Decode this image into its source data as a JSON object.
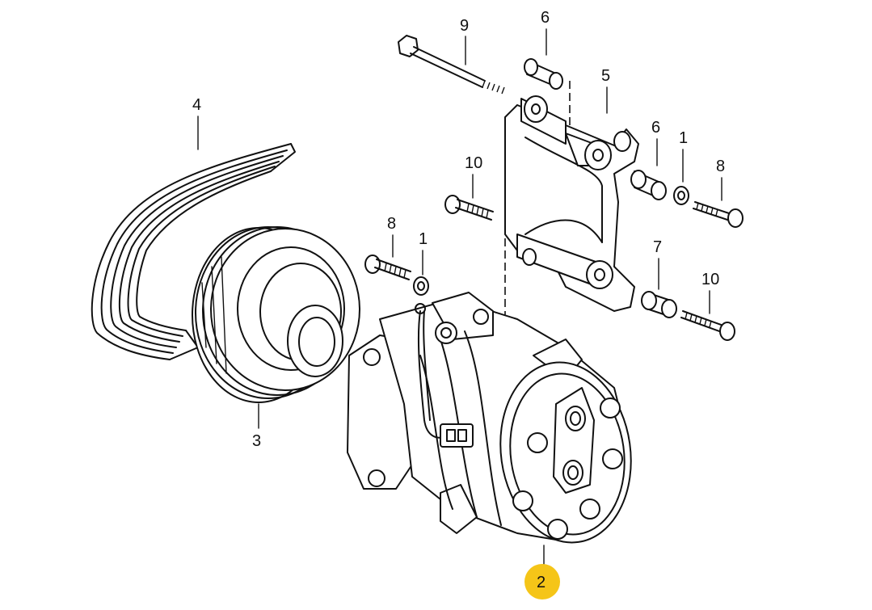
{
  "callouts": {
    "c9": "9",
    "c6a": "6",
    "c5": "5",
    "c4": "4",
    "c6b": "6",
    "c1a": "1",
    "c8a": "8",
    "c10a": "10",
    "c8b": "8",
    "c1b": "1",
    "c7": "7",
    "c10b": "10",
    "c3": "3",
    "c2": "2"
  },
  "highlight": {
    "selected_part": "2",
    "color": "#f5c518"
  }
}
